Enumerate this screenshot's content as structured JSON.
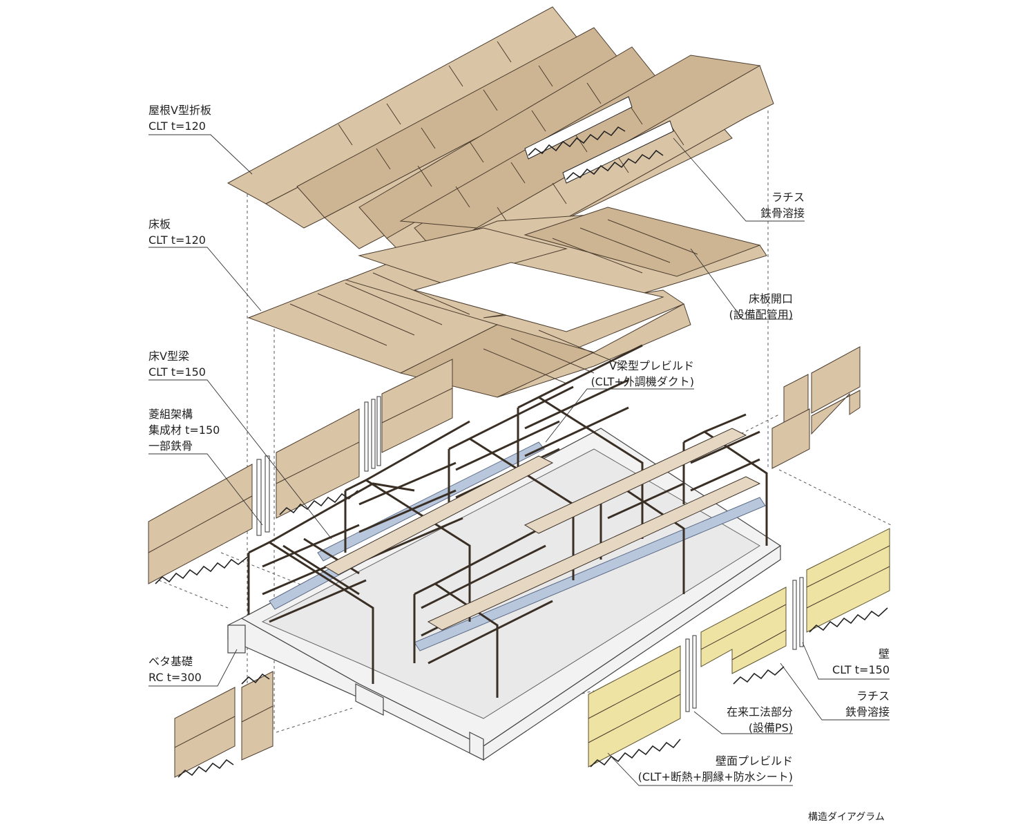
{
  "labels": {
    "roof": {
      "line1": "屋根V型折板",
      "line2": "CLT t=120"
    },
    "floor": {
      "line1": "床板",
      "line2": "CLT t=120"
    },
    "floor_beam": {
      "line1": "床V型梁",
      "line2": "CLT t=150"
    },
    "lattice": {
      "line1": "菱組架構",
      "line2": "集成材 t=150",
      "line3": "一部鉄骨"
    },
    "foundation": {
      "line1": "ベタ基礎",
      "line2": "RC t=300"
    },
    "lattice_steel_top": {
      "line1": "ラチス",
      "line2": "鉄骨溶接"
    },
    "floor_opening": {
      "line1": "床板開口",
      "line2": "(設備配管用)"
    },
    "v_beam_prebuild": {
      "line1": "V梁型プレビルド",
      "line2": "(CLT+外調機ダクト)"
    },
    "wall": {
      "line1": "壁",
      "line2": "CLT t=150"
    },
    "lattice_steel_bottom": {
      "line1": "ラチス",
      "line2": "鉄骨溶接"
    },
    "conventional": {
      "line1": "在来工法部分",
      "line2": "(設備PS)"
    },
    "wall_prebuild": {
      "line1": "壁面プレビルド",
      "line2": "(CLT+断熱+胴縁+防水シート)"
    }
  },
  "caption": "構造ダイアグラム",
  "colors": {
    "clt": "#d9c4a6",
    "prebuild_wall": "#efe3a3",
    "duct": "#b9c7dd",
    "concrete": "#f2f2f2"
  }
}
